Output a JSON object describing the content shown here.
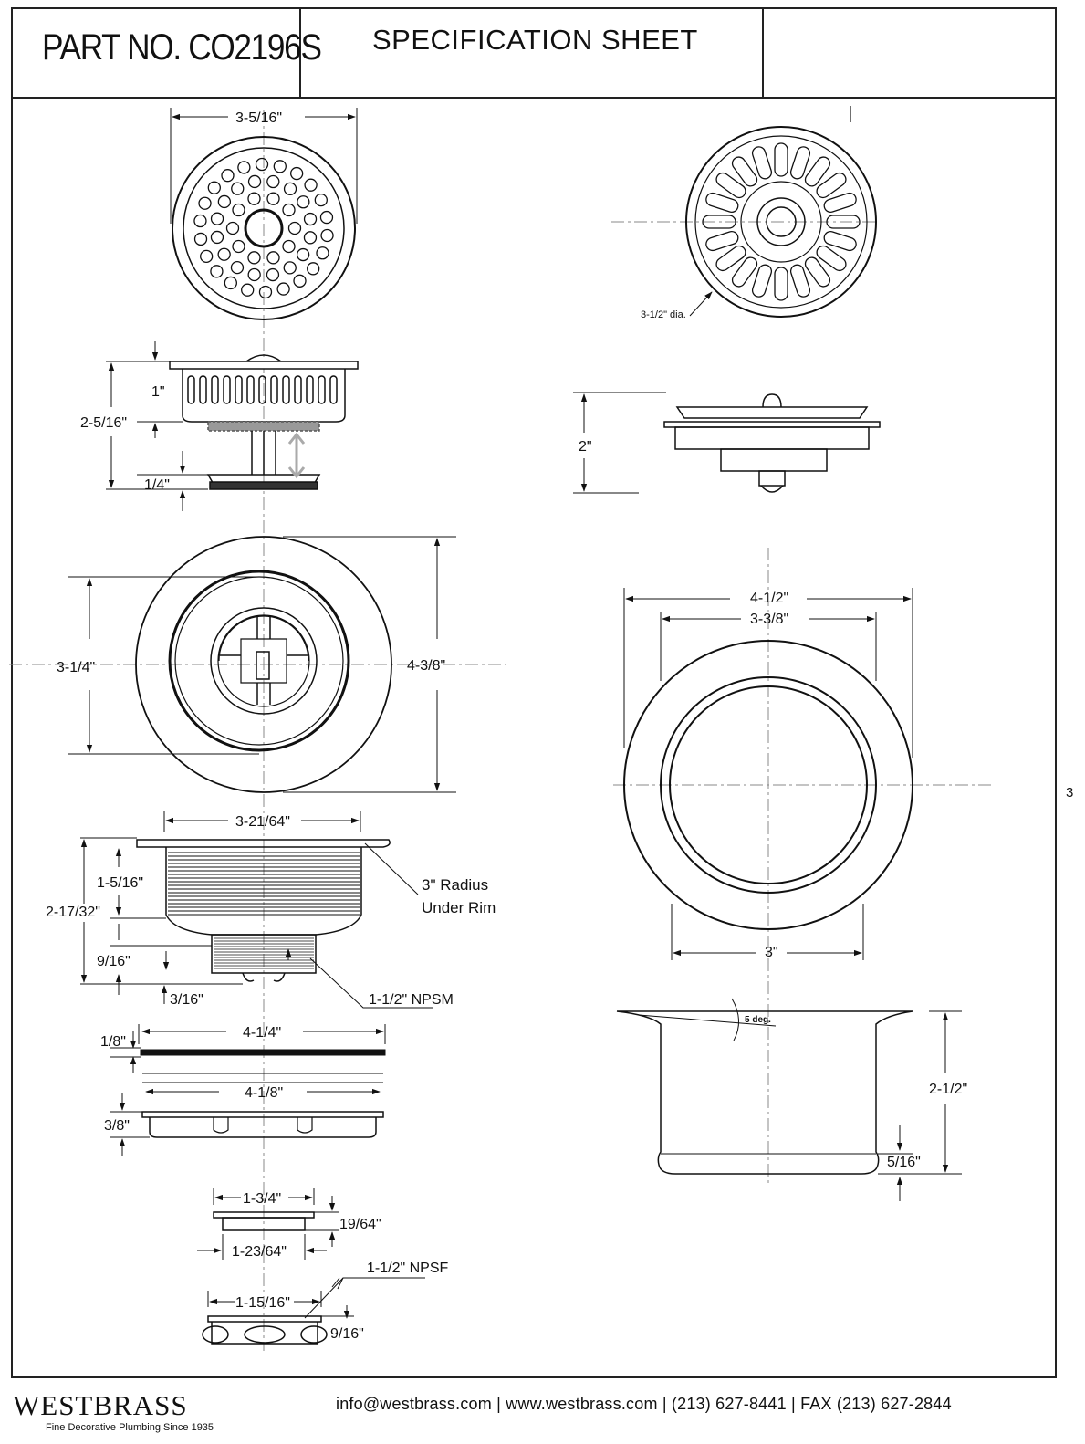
{
  "header": {
    "part_no": "PART NO. CO2196S",
    "title": "SPECIFICATION SHEET"
  },
  "dimensions": {
    "top_strainer_width": "3-5/16\"",
    "top_basket_height": "1\"",
    "strainer_total_height": "2-5/16\"",
    "stopper_thickness": "1/4\"",
    "flange_inner_dia": "3-1/4\"",
    "flange_outer_dia": "4-3/8\"",
    "body_width": "3-21/64\"",
    "body_thread_height": "1-5/16\"",
    "body_total_height": "2-17/32\"",
    "tail_height": "9/16\"",
    "tail_bottom": "3/16\"",
    "radius_note_1": "3\" Radius",
    "radius_note_2": "Under Rim",
    "npsm": "1-1/2\" NPSM",
    "gasket_thickness": "1/8\"",
    "gasket_width": "4-1/4\"",
    "ring_width": "4-1/8\"",
    "ring_height": "3/8\"",
    "nut_top_width": "1-3/4\"",
    "nut_height": "19/64\"",
    "nut_bottom_width": "1-23/64\"",
    "npsf": "1-1/2\" NPSF",
    "coupling_width": "1-15/16\"",
    "coupling_height": "9/16\"",
    "stopper_dia": "3-1/2\" dia.",
    "stopper_height": "2\"",
    "flange_outer": "4-1/2\"",
    "flange_inner": "3-3/8\"",
    "bore": "3\"",
    "angle": "5 deg.",
    "sleeve_height": "2-1/2\"",
    "bead_height": "5/16\""
  },
  "page_number": "3",
  "footer": {
    "brand": "WESTBRASS",
    "tagline": "Fine Decorative Plumbing Since 1935",
    "contact": "info@westbrass.com |  www.westbrass.com    |    (213) 627-8441    |    FAX (213) 627-2844"
  }
}
